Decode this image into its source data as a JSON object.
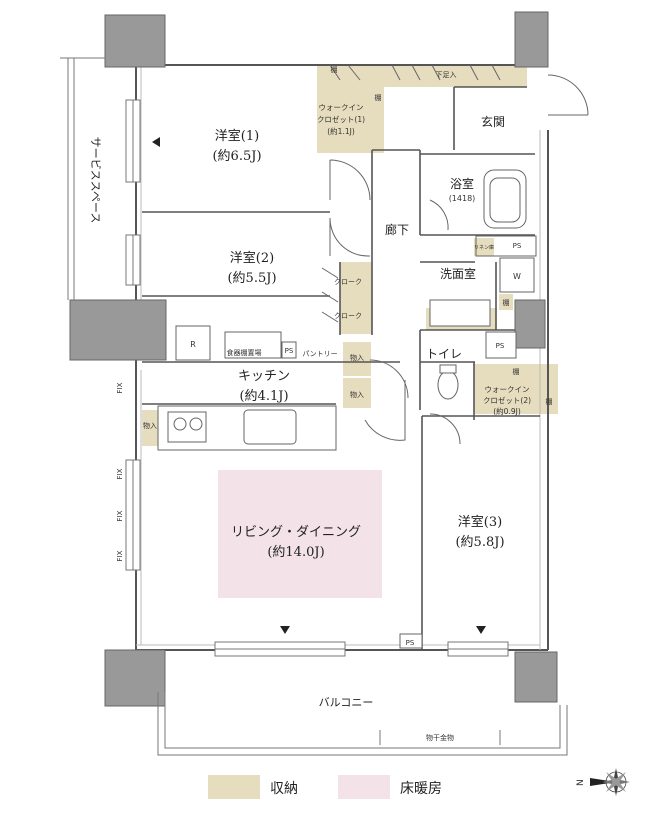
{
  "rooms": {
    "western1": {
      "name": "洋室(1)",
      "size": "(約6.5J)"
    },
    "western2": {
      "name": "洋室(2)",
      "size": "(約5.5J)"
    },
    "western3": {
      "name": "洋室(3)",
      "size": "(約5.8J)"
    },
    "kitchen": {
      "name": "キッチン",
      "size": "(約4.1J)"
    },
    "living": {
      "name": "リビング・ダイニング",
      "size": "(約14.0J)"
    },
    "bath": {
      "name": "浴室",
      "size": "(1418)"
    },
    "washroom": {
      "name": "洗面室"
    },
    "toilet": {
      "name": "トイレ"
    },
    "entrance": {
      "name": "玄関"
    },
    "corridor": {
      "name": "廊下"
    },
    "balcony": {
      "name": "バルコニー"
    },
    "service_space": {
      "name": "サービススペース"
    }
  },
  "storage": {
    "wic1": {
      "line1": "ウォークイン",
      "line2": "クロゼット(1)",
      "size": "(約1.1J)"
    },
    "wic2": {
      "line1": "ウォークイン",
      "line2": "クロゼット(2)",
      "size": "(約0.9J)"
    },
    "closet_upper": "クローク",
    "closet_lower": "クローク",
    "shoe_rack": "下足入",
    "shelf": "棚",
    "pantry": "パントリー",
    "store": "物入",
    "dish_cabinet": "食器棚置場",
    "linen": "リネン庫"
  },
  "labels": {
    "ps": "PS",
    "refrigerator": "R",
    "washer": "W",
    "fix": "FIX",
    "laundry": "物干金物"
  },
  "legend": [
    {
      "label": "収納",
      "color": "#e6dcbe"
    },
    {
      "label": "床暖房",
      "color": "#f3e3e8"
    }
  ],
  "compass": {
    "label": "N"
  }
}
